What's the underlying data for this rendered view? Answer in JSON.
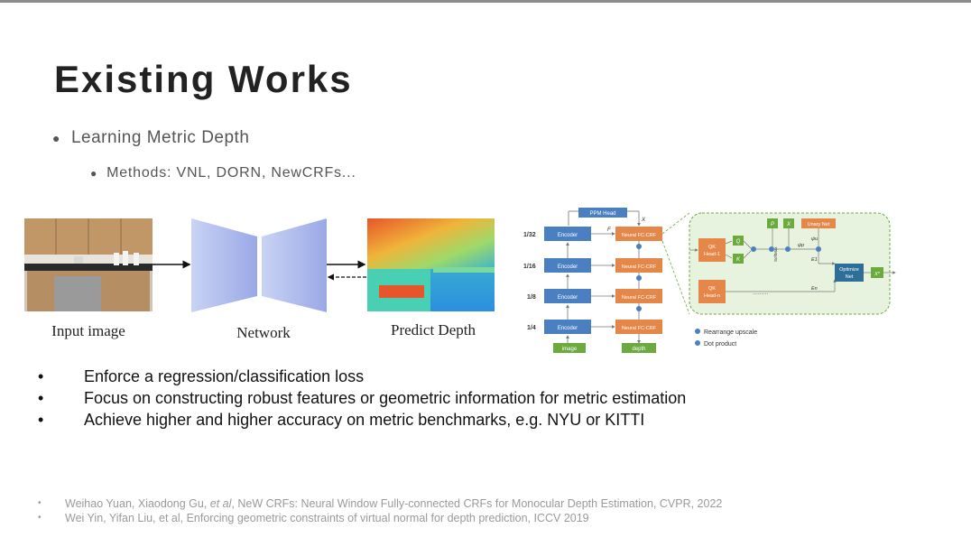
{
  "slide": {
    "title": "Existing Works",
    "bullet1": "Learning Metric Depth",
    "sub_bullet": "Methods: VNL, DORN, NewCRFs...",
    "bullet_glyph": "●",
    "small_bullet_glyph": "•"
  },
  "figure_left": {
    "input_label": "Input image",
    "network_label": "Network",
    "predict_label": "Predict Depth"
  },
  "figure_right": {
    "ppm_head": "PPM Head",
    "x_label": "X",
    "f_label": "F",
    "scales": [
      "1/32",
      "1/16",
      "1/8",
      "1/4"
    ],
    "encoder_label": "Encoder",
    "crf_label": "Neural FC-CRF",
    "image_label": "image",
    "depth_label": "depth",
    "p_label": "P",
    "x_box": "X",
    "unary_net": "Unary Net",
    "qk_head_1_line1": "QK",
    "qk_head_1_line2": "Head-1",
    "qk_head_n_line1": "QK",
    "qk_head_n_line2": "Head-n",
    "q_label": "Q",
    "k_label": "K",
    "softmax_label": "SoftMax",
    "psi_u": "ψu",
    "psi_p": "ψp",
    "e1": "E1",
    "en": "En",
    "optimize_line1": "Optimize",
    "optimize_line2": "Net",
    "x_star": "X*",
    "dots": ".........",
    "legend_upscale": "Rearrange upscale",
    "legend_dot": "Dot product",
    "colors": {
      "blue": "#4a7fc1",
      "orange": "#e6874a",
      "green": "#6bab3e",
      "teal": "#2e6f9a",
      "panel": "#e8f3df"
    }
  },
  "main_bullets": [
    "Enforce a regression/classification loss",
    "Focus on constructing robust features or geometric information for metric estimation",
    "Achieve higher and higher accuracy on metric benchmarks, e.g. NYU or KITTI"
  ],
  "refs": {
    "ref1_before": "Weihao Yuan, Xiaodong Gu, ",
    "ref1_italic": "et al",
    "ref1_after": ",  NeW CRFs: Neural Window Fully-connected CRFs for Monocular Depth Estimation, CVPR, 2022",
    "ref2": "Wei Yin, Yifan Liu, et al, Enforcing geometric constraints of virtual normal for depth prediction, ICCV 2019"
  }
}
